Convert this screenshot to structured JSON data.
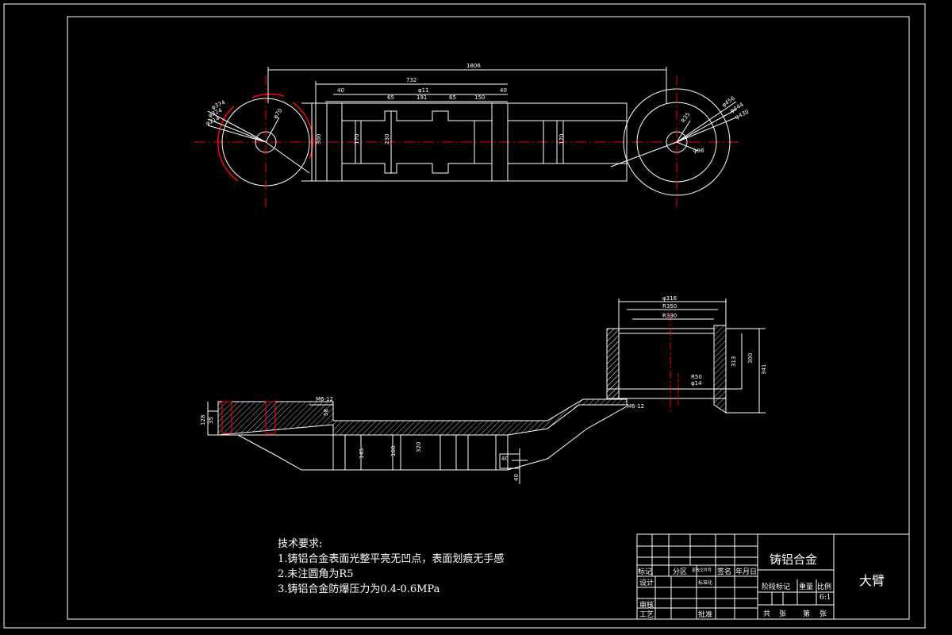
{
  "drawing": {
    "part_name": "大臂",
    "material": "铸铝合金",
    "scale": "6:1"
  },
  "technical_requirements": {
    "heading": "技术要求:",
    "items": [
      "1.铸铝合金表面光整平亮无凹点，表面划痕无手感",
      "2.未注圆角为R5",
      "3.铸铝合金防爆压力为0.4-0.6MPa"
    ]
  },
  "title_block": {
    "biaoji": "标记",
    "fenqu": "分区",
    "change_doc_no": "更改文件号",
    "signature": "签名",
    "date": "年月日",
    "design": "设计",
    "standardization": "标准化",
    "review": "审核",
    "process": "工艺",
    "approve": "批准",
    "stage_mark": "阶段标记",
    "weight": "重量",
    "ratio": "比例",
    "total": "共",
    "sheets": "张",
    "sheet_no": "第",
    "sheet": "张"
  },
  "dimensions": {
    "top_overall": "1806",
    "top_span": "732",
    "top_bore": "φ11",
    "seg_40a": "40",
    "seg_65a": "65",
    "seg_191": "191",
    "seg_65b": "65",
    "seg_150": "150",
    "seg_40b": "40",
    "left_dia_a": "φ374",
    "left_dia_b": "φ324",
    "left_dia_c": "φ214",
    "left_r": "φ70",
    "height_left": "300",
    "height_mid_a": "170",
    "height_mid_b": "230",
    "height_right": "170",
    "right_dia_a": "φ456",
    "right_dia_b": "φ444",
    "right_dia_c": "φ430",
    "right_r": "R35",
    "right_b": "φ96",
    "bot_dia_a": "φ316",
    "bot_dia_b": "R350",
    "bot_dia_c": "R330",
    "bot_h1": "313",
    "bot_h2": "300",
    "bot_h3": "341",
    "bot_m12": "M6-12",
    "bot_m12b": "M6-12",
    "bot_r50": "R50",
    "bot_d14": "φ14",
    "left_h1": "128",
    "left_h2": "35",
    "left_m": "M6-12",
    "left_58": "58",
    "mid_145": "145",
    "mid_160": "160",
    "mid_320": "320",
    "bot_40": "40",
    "bot_40b": "40"
  }
}
